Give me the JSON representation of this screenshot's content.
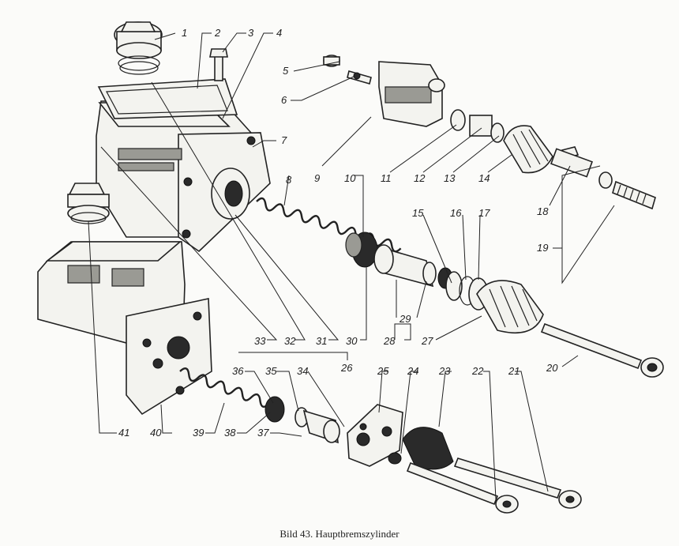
{
  "caption": "Bild 43. Hauptbremszylinder",
  "callouts": [
    "1",
    "2",
    "3",
    "4",
    "5",
    "6",
    "7",
    "8",
    "9",
    "10",
    "11",
    "12",
    "13",
    "14",
    "15",
    "16",
    "17",
    "18",
    "19",
    "20",
    "21",
    "22",
    "23",
    "24",
    "25",
    "26",
    "27",
    "28",
    "29",
    "30",
    "31",
    "32",
    "33",
    "34",
    "35",
    "36",
    "37",
    "38",
    "39",
    "40",
    "41"
  ]
}
